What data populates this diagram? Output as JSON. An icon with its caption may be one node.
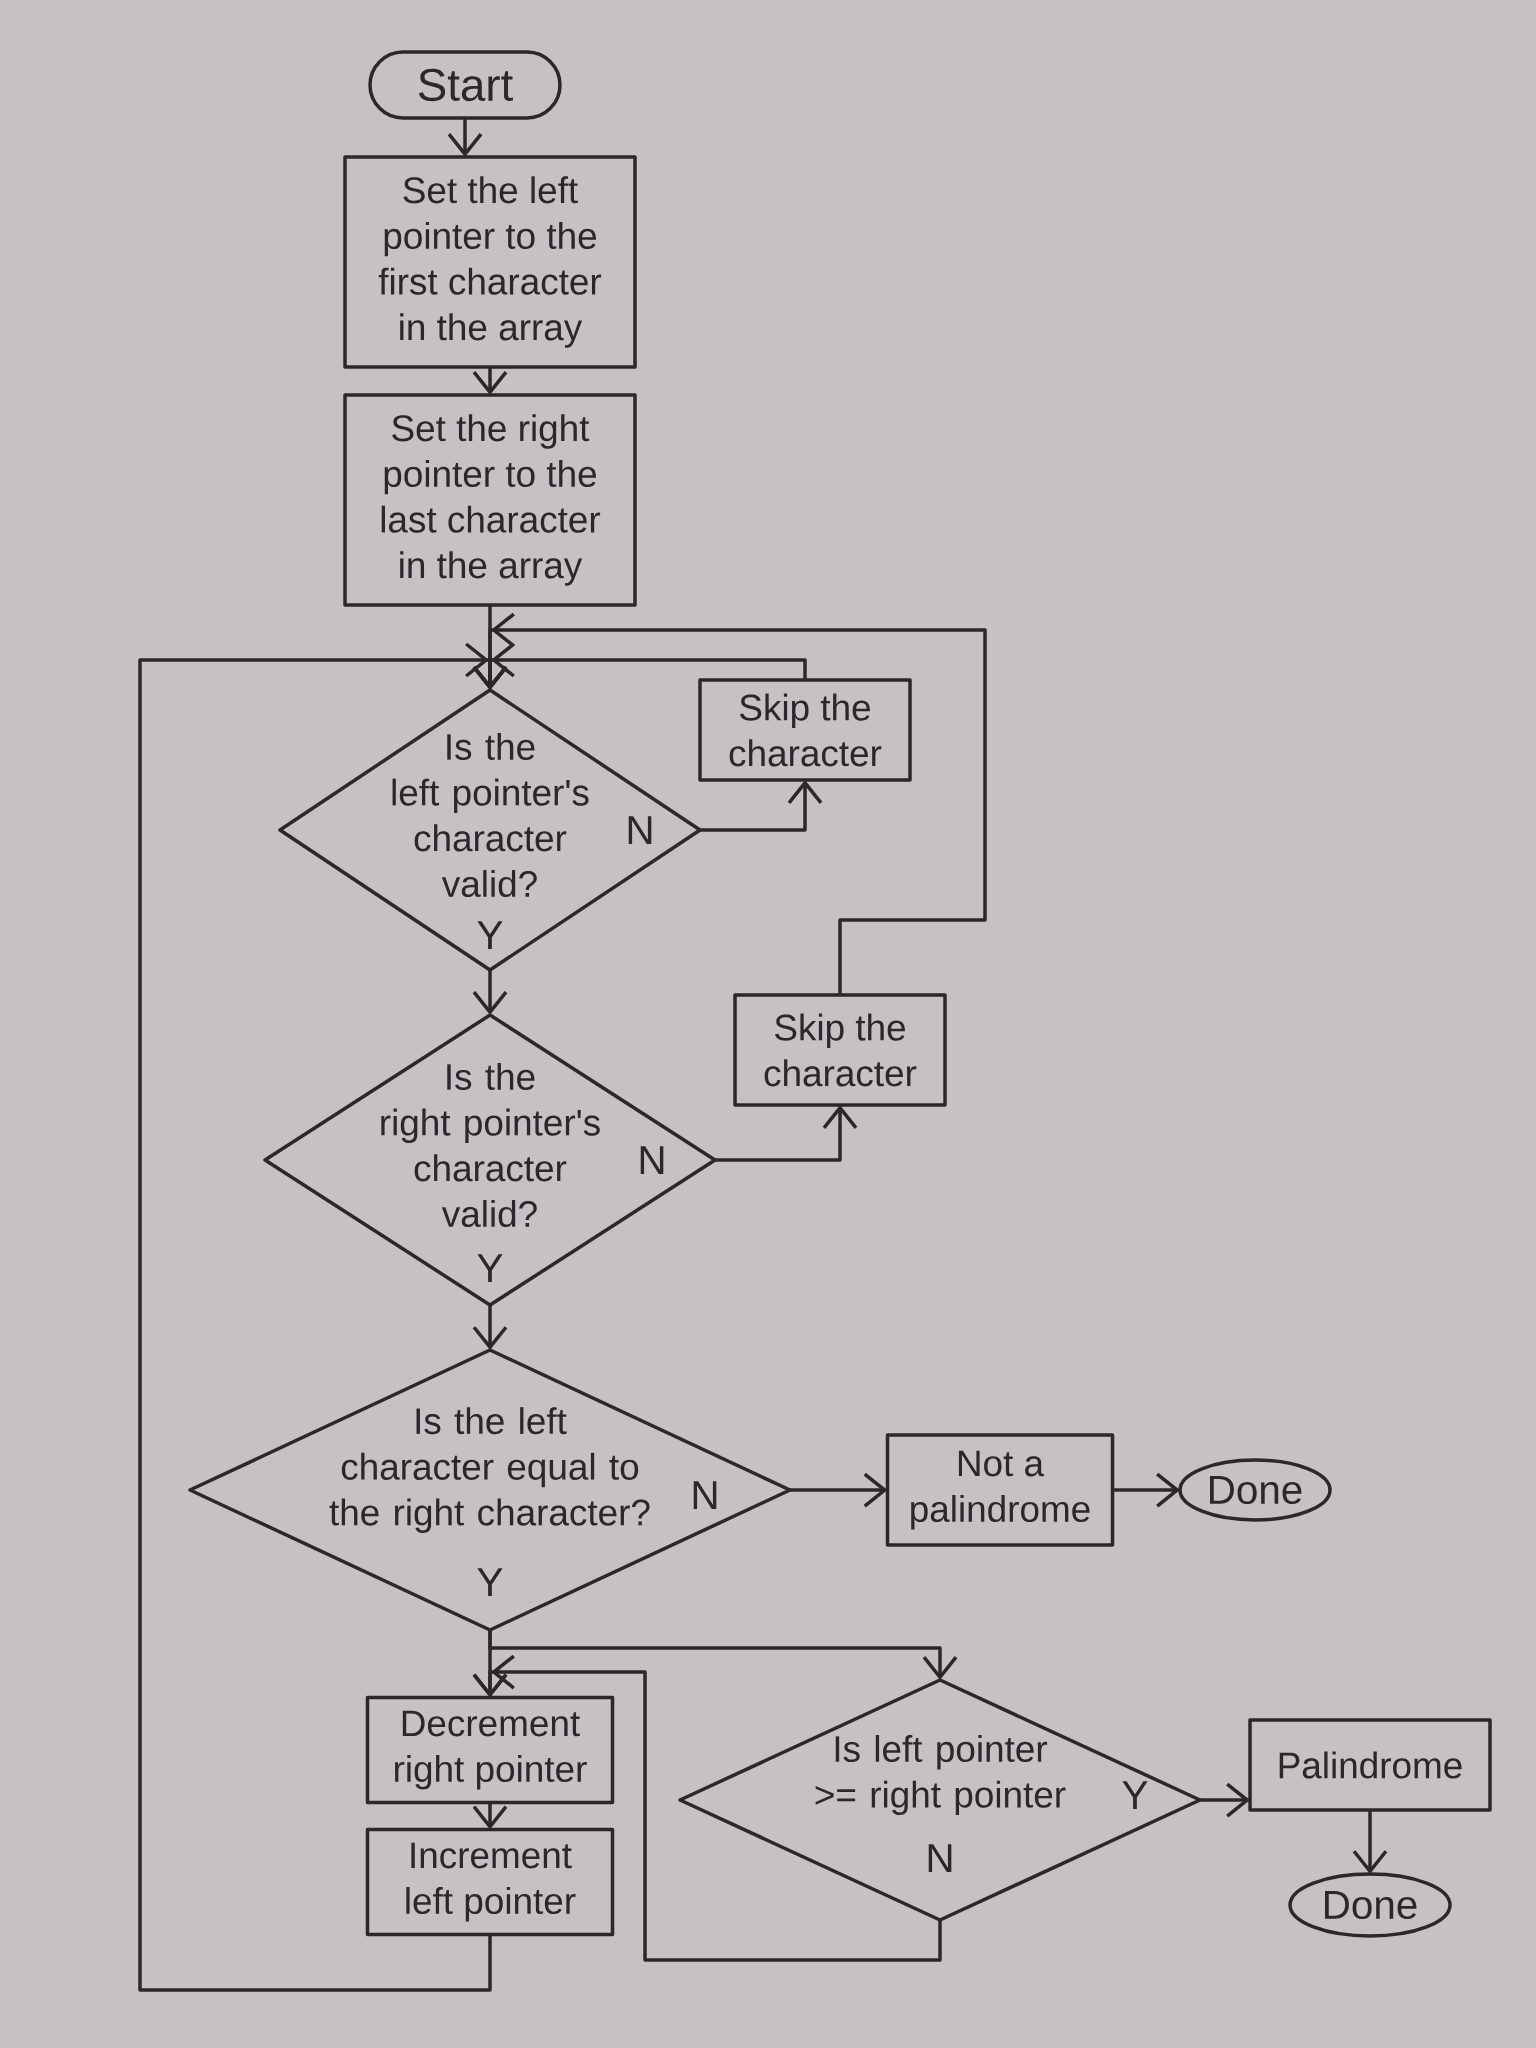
{
  "diagram": {
    "nodes": [
      {
        "text": [
          "Start"
        ]
      },
      {
        "text": [
          "Set the left pointer to the first character in the array"
        ]
      },
      {
        "text": [
          "Set the right pointer to the last character in the array"
        ]
      },
      {
        "text": [
          "Is the left pointer's character valid?"
        ]
      },
      {
        "text": [
          "Skip the character"
        ]
      },
      {
        "text": [
          "Is the right pointer's character valid?"
        ]
      },
      {
        "text": [
          "Skip the character"
        ]
      },
      {
        "text": [
          "Is the left character equal to the right character?"
        ]
      },
      {
        "text": [
          "Not a palindrome"
        ]
      },
      {
        "text": [
          "Done"
        ]
      },
      {
        "text": [
          "Is left pointer >= right pointer"
        ]
      },
      {
        "text": [
          "Palindrome"
        ]
      },
      {
        "text": [
          "Done"
        ]
      },
      {
        "text": [
          "Decrement right pointer"
        ]
      },
      {
        "text": [
          "Increment left pointer"
        ]
      }
    ],
    "edges": [
      {
        "from": 0,
        "to": 1,
        "arrow": "to"
      },
      {
        "from": 1,
        "to": 2,
        "arrow": "to"
      },
      {
        "from": 2,
        "to": 3,
        "arrow": "to"
      },
      {
        "from": 3,
        "to": 4,
        "arrow": "to",
        "label": "N"
      },
      {
        "from": 3,
        "to": 5,
        "arrow": "to",
        "label": "Y"
      },
      {
        "from": 4,
        "to": 3,
        "arrow": "to"
      },
      {
        "from": 5,
        "to": 6,
        "arrow": "to",
        "label": "N"
      },
      {
        "from": 6,
        "to": 3,
        "arrow": "to"
      },
      {
        "from": 5,
        "to": 7,
        "arrow": "to",
        "label": "Y"
      },
      {
        "from": 7,
        "to": 8,
        "arrow": "to",
        "label": "N"
      },
      {
        "from": 8,
        "to": 9,
        "arrow": "to"
      },
      {
        "from": 7,
        "to": 10,
        "arrow": "to",
        "label": "Y"
      },
      {
        "from": 7,
        "to": 13,
        "arrow": "to"
      },
      {
        "from": 10,
        "to": 11,
        "arrow": "to",
        "label": "Y"
      },
      {
        "from": 11,
        "to": 12,
        "arrow": "to"
      },
      {
        "from": 10,
        "to": 13,
        "arrow": "to",
        "label": "N"
      },
      {
        "from": 13,
        "to": 14,
        "arrow": "to"
      },
      {
        "from": 14,
        "to": 3,
        "arrow": "to"
      }
    ]
  }
}
